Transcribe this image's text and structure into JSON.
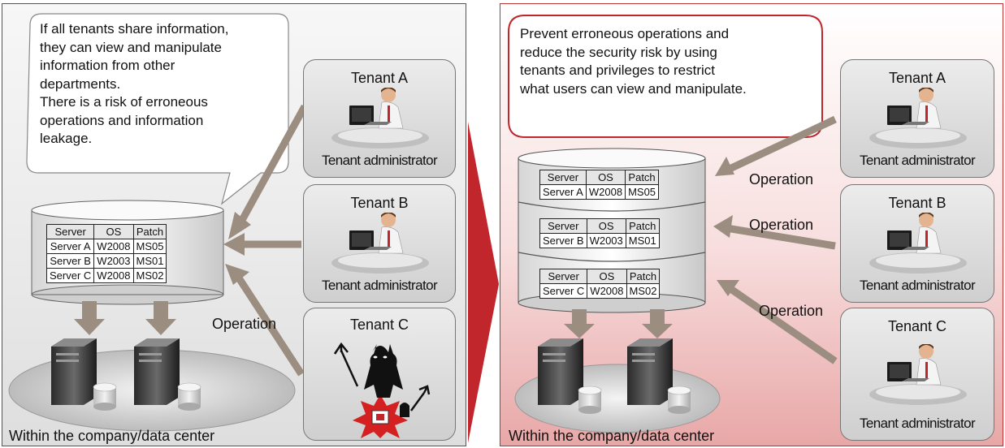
{
  "left": {
    "message": "If all tenants share information,\nthey can view and manipulate\ninformation from other\ndepartments.\nThere is a risk of erroneous\noperations and information\nleakage.",
    "table": {
      "headers": [
        "Server",
        "OS",
        "Patch"
      ],
      "rows": [
        [
          "Server A",
          "W2008",
          "MS05"
        ],
        [
          "Server B",
          "W2003",
          "MS01"
        ],
        [
          "Server C",
          "W2008",
          "MS02"
        ]
      ]
    },
    "operation_label": "Operation",
    "tenants": [
      {
        "name": "Tenant A",
        "role": "Tenant administrator"
      },
      {
        "name": "Tenant B",
        "role": "Tenant administrator"
      },
      {
        "name": "Tenant C",
        "role": ""
      }
    ],
    "footer": "Within the company/data center"
  },
  "right": {
    "message": "Prevent erroneous operations and\nreduce the security risk by using\ntenants and privileges to restrict\nwhat users can view and manipulate.",
    "tables": [
      {
        "headers": [
          "Server",
          "OS",
          "Patch"
        ],
        "row": [
          "Server A",
          "W2008",
          "MS05"
        ]
      },
      {
        "headers": [
          "Server",
          "OS",
          "Patch"
        ],
        "row": [
          "Server B",
          "W2003",
          "MS01"
        ]
      },
      {
        "headers": [
          "Server",
          "OS",
          "Patch"
        ],
        "row": [
          "Server C",
          "W2008",
          "MS02"
        ]
      }
    ],
    "operation_labels": [
      "Operation",
      "Operation",
      "Operation"
    ],
    "tenants": [
      {
        "name": "Tenant A",
        "role": "Tenant administrator"
      },
      {
        "name": "Tenant B",
        "role": "Tenant administrator"
      },
      {
        "name": "Tenant C",
        "role": "Tenant administrator"
      }
    ],
    "footer": "Within the company/data center"
  },
  "colors": {
    "arrow": "#9b8d80",
    "accent_red": "#c0262b",
    "panel_border_right": "#b33333"
  }
}
